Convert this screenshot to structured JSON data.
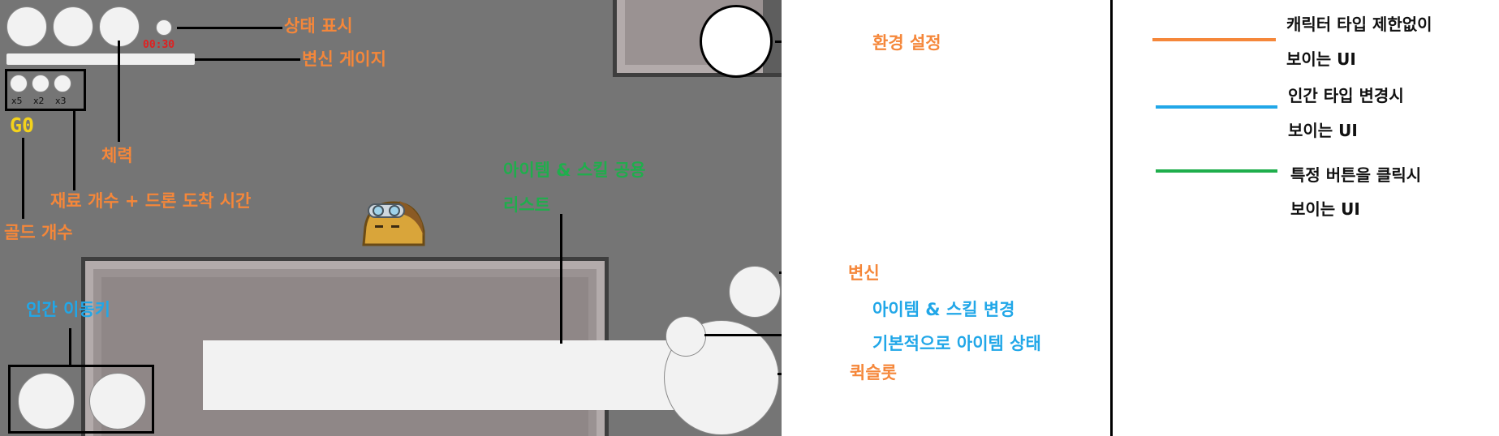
{
  "hud": {
    "timer": "00:30",
    "gold": "G0",
    "materials": [
      "x5",
      "x2",
      "x3"
    ]
  },
  "annotations": {
    "status_display": "상태 표시",
    "transform_gauge": "변신 게이지",
    "health": "체력",
    "materials_drone": "재료 개수 + 드론 도착 시간",
    "gold_count": "골드 개수",
    "human_move_keys": "인간 이동키",
    "item_skill_list_line1": "아이템 & 스킬 공용",
    "item_skill_list_line2": "리스트",
    "settings": "환경 설정",
    "transform": "변신",
    "item_skill_change": "아이템 & 스킬 변경",
    "default_item_state": "기본적으로 아이템 상태",
    "quickslot": "퀵슬롯"
  },
  "legend": [
    {
      "line1": "캐릭터 타입 제한없이",
      "line2": "보이는 UI",
      "color": "#f5873a"
    },
    {
      "line1": "인간 타입 변경시",
      "line2": "보이는 UI",
      "color": "#21a7e8"
    },
    {
      "line1": "특정 버튼을 클릭시",
      "line2": "보이는 UI",
      "color": "#1fae4c"
    }
  ],
  "colors": {
    "orange": "#f5873a",
    "blue": "#21a7e8",
    "green": "#1fae4c",
    "timer_red": "#e02020",
    "gold_yellow": "#f3d21c"
  }
}
